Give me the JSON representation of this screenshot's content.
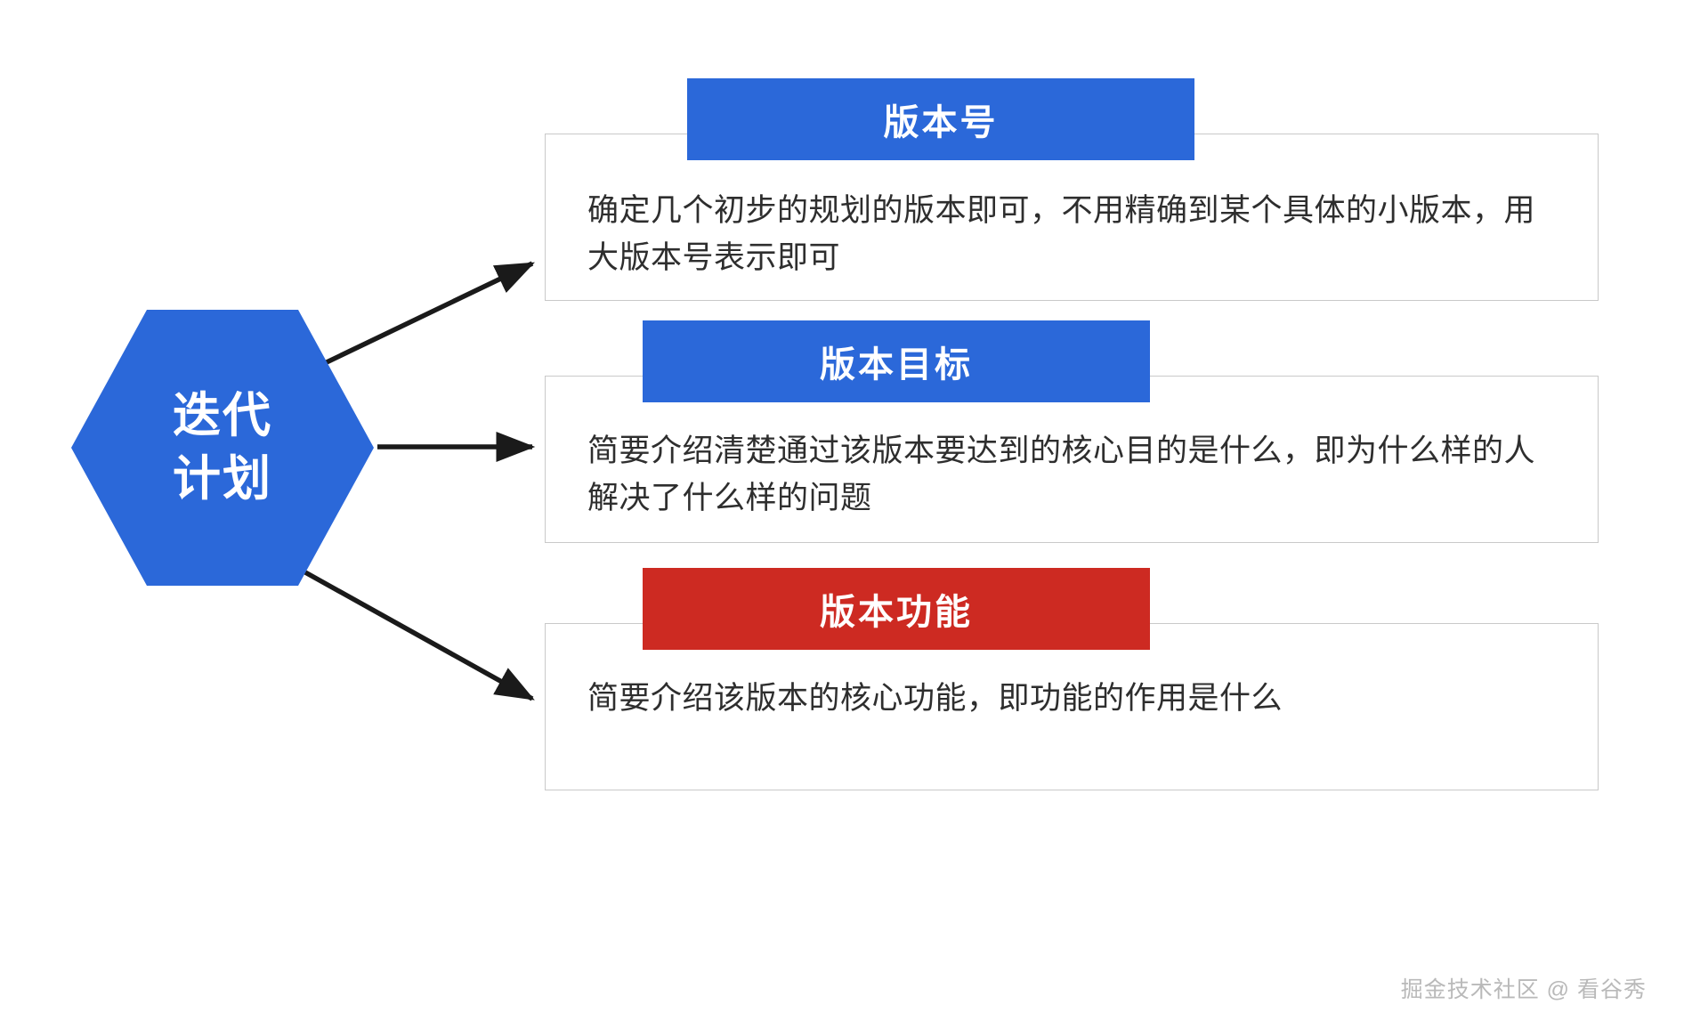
{
  "diagram": {
    "title": "迭代计划",
    "colors": {
      "accent_blue": "#2b68d9",
      "accent_red": "#cd2a22",
      "panel_border": "#c9c9c9",
      "body_text": "#2e2e2e",
      "watermark_text": "#b9b9b9",
      "background": "#ffffff",
      "connector": "#1a1a1a"
    },
    "root_node": {
      "shape": "hexagon",
      "label": "迭代\n计划",
      "fill": "#2b68d9",
      "text_color": "#ffffff"
    },
    "branches": [
      {
        "id": "version-number",
        "header": "版本号",
        "header_color": "#2b68d9",
        "body": "确定几个初步的规划的版本即可，不用精确到某个具体的小版本，用大版本号表示即可"
      },
      {
        "id": "version-goal",
        "header": "版本目标",
        "header_color": "#2b68d9",
        "body": "简要介绍清楚通过该版本要达到的核心目的是什么，即为什么样的人解决了什么样的问题"
      },
      {
        "id": "version-feature",
        "header": "版本功能",
        "header_color": "#cd2a22",
        "body": "简要介绍该版本的核心功能，即功能的作用是什么"
      }
    ],
    "connectors": [
      {
        "name": "arrow-to-version-number",
        "from": "hexagon",
        "to": "version-number"
      },
      {
        "name": "arrow-to-version-goal",
        "from": "hexagon",
        "to": "version-goal"
      },
      {
        "name": "arrow-to-version-feature",
        "from": "hexagon",
        "to": "version-feature"
      }
    ],
    "watermark": "掘金技术社区 @ 看谷秀"
  }
}
